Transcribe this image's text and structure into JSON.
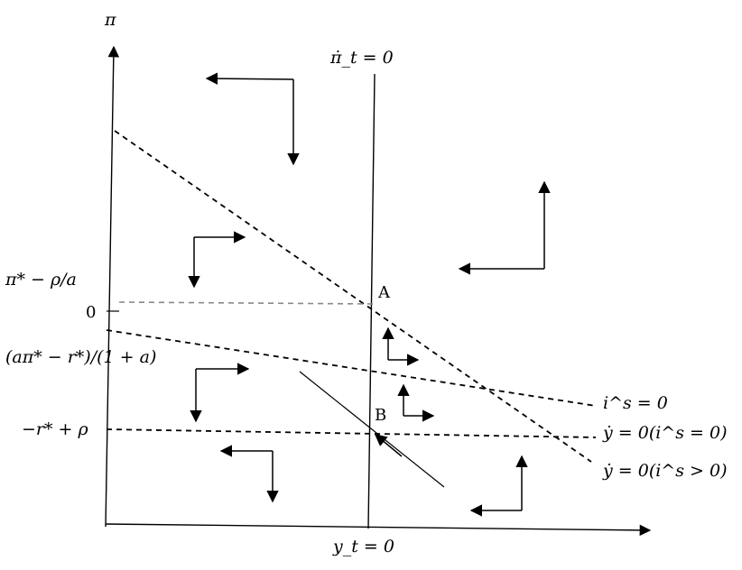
{
  "axes": {
    "y_label": "π",
    "x_label": "y_t = 0"
  },
  "curves": {
    "vertical_label": "π̇_t = 0",
    "is_zero_label": "i^s = 0",
    "ydot_is_zero_label": "ẏ = 0(i^s = 0)",
    "ydot_is_pos_label": "ẏ = 0(i^s > 0)"
  },
  "y_ticks": {
    "pi_star_minus_rho_over_a": "π* − ρ/a",
    "zero": "0",
    "a_pi_star_minus_r_star_over_1_plus_a": "(aπ* − r*)/(1 + a)",
    "minus_r_star_plus_rho": "−r* + ρ"
  },
  "points": {
    "A": "A",
    "B": "B"
  },
  "arrow_icons": [
    "left-down-arrows-icon",
    "right-down-arrows-icon",
    "up-left-arrows-icon",
    "up-right-arrows-icon",
    "right-down-arrows-icon",
    "up-right-arrows-icon",
    "left-down-arrows-icon",
    "up-left-arrows-icon"
  ]
}
